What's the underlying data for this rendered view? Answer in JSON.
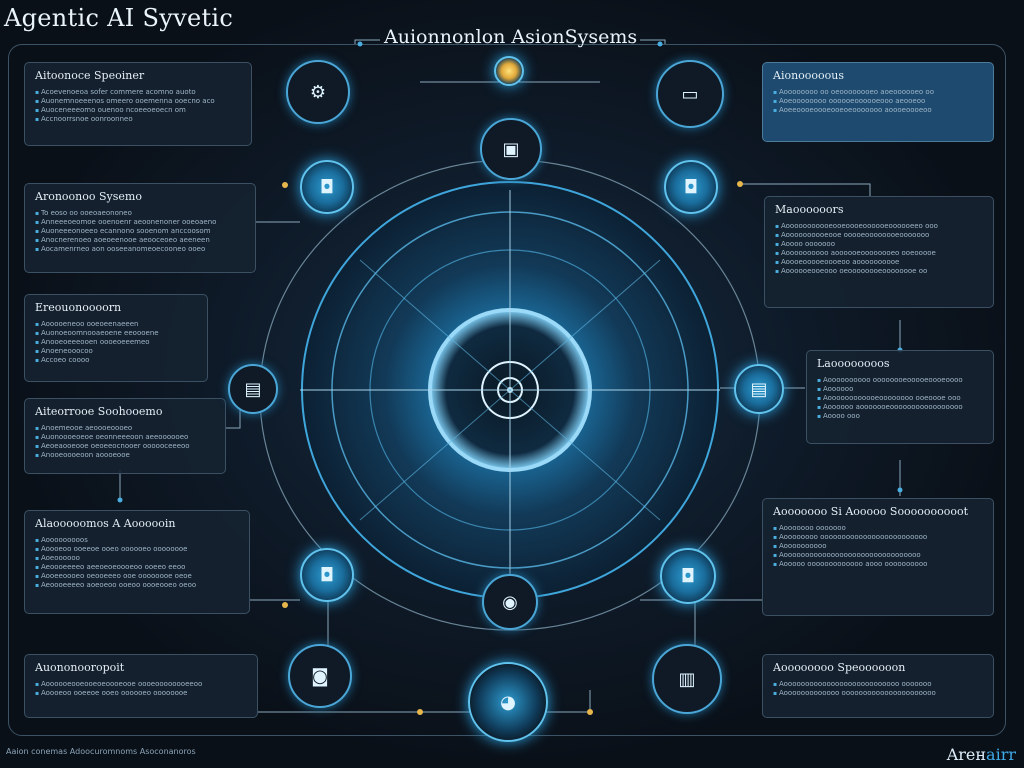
{
  "header": {
    "main_title": "Agentic AI Syvetic",
    "center_title": "Auionnonlon AsionSysems"
  },
  "footer": {
    "caption": "Aaion conemas  Adoocuromnoms  Asoconanoros",
    "brand_prefix": "Arен",
    "brand_suffix": "airr"
  },
  "panels": {
    "left_1": {
      "title": "Aitoonoce Speoiner",
      "lines": [
        "Acoevenoeoa sofer commere acomno auoto",
        "Auonemnoeeenos omeero ooemenna ooecno aco",
        "Auoceneeeomo ouenoo ncoeeoeoecn om",
        "Accnoorrsnoe oonroonneo"
      ]
    },
    "left_2": {
      "title": "Aronoonoo Sysemo",
      "lines": [
        "To eoso oo ooeoaeononeo",
        "Anneeeoeomoe ooenoenr aeoonenoner ooeoaeno",
        "Auoneeeonoeeo ecannono sooenom anccoosom",
        "Anocnerenoeo aoeoeenooe aeooceoeo aeeneen",
        "Aocamenrneo aon ooseeanomeoecooneo ooeo"
      ]
    },
    "left_3": {
      "title": "Ereouonoooorn",
      "lines": [
        "Aooooeneoo ooeoeenaeeen",
        "Auonoeoomnooaeoene eeoooene",
        "Anooeoeeeooen oooeoeeemeo",
        "Anoeneooocoo",
        "Accoeo coooo"
      ]
    },
    "left_4": {
      "title": "Aiteorrooe Soohooemo",
      "lines": [
        "Anoemeooe aeoooeoooeo",
        "Auonoooeoeoe oeonneeeoon aeeoooooeo",
        "Aeoeaooeooe oeoeeocnooer oooooceeeoo",
        "Anooeoooeoon aoooeooe"
      ]
    },
    "left_5": {
      "title": "Alaooooomos A Aoooooin",
      "lines": [
        "Aooooooooos",
        "Aoooeoo ooeeoe ooeo oooooeo oooooooe",
        "Aoeoooooo",
        "Aeoooeeeeo aeeoeoeoooeoo ooeeo eeoo",
        "Aooeeoooeo oeooeeeo ooe oooooooe oeoe",
        "Aeoooeeeeo aoeoeoo ooeoo oooeooeo oeoo"
      ]
    },
    "left_6": {
      "title": "Auononooropoit",
      "lines": [
        "Aoooooeooeooeoeoooeooe oooeoooooooeeoo",
        "Aoooeoo ooeeoe ooeo oooooeo oooooooe"
      ]
    },
    "right_1": {
      "title": "Aionooooous",
      "lines": [
        "Aoooooooo oo oeoooooooeo aoeoooooeo oo",
        "Aoeoooooooo oooooeoooooeooo aeooeoo",
        "Aoeeoooeoooeooeoeooooooo aoooeoooeoo"
      ]
    },
    "right_2": {
      "title": "Maoooooors",
      "lines": [
        "Aooooooooooeooeoooeoooooeoooooeeo ooo",
        "Aoooooooooeooe ooooeoooooooeooooooo",
        "Aoooo ooooooo",
        "Aoooooooooo aoooooeoooooooeo ooeooooe",
        "Aoooeooooeoooeoo aoooooooooe",
        "Aoooooeooeooo oeoooooooeoooooooe oo"
      ]
    },
    "right_3": {
      "title": "Laoooooooos",
      "lines": [
        "Aoooooooooo oooooooeooooeoooeoooo",
        "Aoooooo",
        "Aoooooooooooeoooooooo ooeoooe ooo",
        "Aoooooo aooooooeooooooooooooooooo",
        "Aoooo ooo"
      ]
    },
    "right_4": {
      "title": "Aooooooo Si Aooooo Soooooooooot",
      "lines": [
        "Aooooooo ooooooo",
        "Aoooooooo ooooooooooooooooooooooooo",
        "Aoooooooooo",
        "Aoooooooooooooooooooooooooooooooo",
        "Aooooo ooooooooooooo aooo oooooooooo"
      ]
    },
    "right_5": {
      "title": "Aoooooooo Speoooooon",
      "lines": [
        "Aooooooooooooooooooooooooooo ooooooo",
        "Aooooooooooooo oooooooooooooooooooooo"
      ]
    }
  },
  "icons": {
    "top_left": "cpu-icon",
    "top_center": "sun-icon",
    "top_right": "laptop-icon",
    "upper_center": "monitor-icon",
    "left_upper": "chip-icon",
    "right_upper": "chip-icon",
    "left_mid": "document-icon",
    "right_mid": "document-icon",
    "left_lower": "chip-icon",
    "right_lower": "chip-icon",
    "bottom_left": "camera-icon",
    "bottom_center": "gear-icon",
    "bottom_right": "document-icon",
    "core": "eye-icon"
  },
  "colors": {
    "background": "#0b1119",
    "accent": "#2b9fdc",
    "glow": "#5fc3ee",
    "panel": "#162230",
    "panel_highlight": "#1d4a6e",
    "marker": "#e8b74c"
  }
}
